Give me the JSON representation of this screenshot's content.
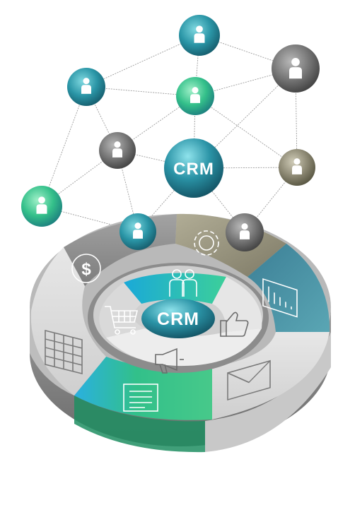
{
  "hub_label": "CRM",
  "ring_center_label": "CRM",
  "network": {
    "nodes": [
      {
        "id": "n1",
        "icon": "person-icon",
        "fill": "teal"
      },
      {
        "id": "n2",
        "icon": "person-icon",
        "fill": "teal"
      },
      {
        "id": "n3",
        "icon": "person-icon",
        "fill": "green"
      },
      {
        "id": "n4",
        "icon": "person-icon",
        "fill": "gray"
      },
      {
        "id": "n5",
        "icon": "person-icon",
        "fill": "gray"
      },
      {
        "id": "n6",
        "icon": "person-icon",
        "fill": "green"
      },
      {
        "id": "n7",
        "icon": "person-icon",
        "fill": "olive"
      },
      {
        "id": "n8",
        "icon": "person-icon",
        "fill": "teal"
      },
      {
        "id": "n9",
        "icon": "person-icon",
        "fill": "gray"
      }
    ]
  },
  "ring": {
    "outer_segments": [
      {
        "name": "finance-segment",
        "icon": "dollar-icon"
      },
      {
        "name": "settings-segment",
        "icon": "gear-icon"
      },
      {
        "name": "reports-segment",
        "icon": "bar-chart-document-icon"
      },
      {
        "name": "email-segment",
        "icon": "envelope-icon"
      },
      {
        "name": "documents-segment",
        "icon": "document-icon"
      },
      {
        "name": "planning-segment",
        "icon": "spreadsheet-icon"
      }
    ],
    "inner_icons": [
      "people-icon",
      "thumbs-up-icon",
      "megaphone-icon",
      "shopping-cart-icon"
    ]
  },
  "colors": {
    "teal": "#2d8e9e",
    "green": "#3fbf7a",
    "gray": "#6f6f6f",
    "olive": "#8c8875",
    "cyan": "#1fb6d6"
  }
}
